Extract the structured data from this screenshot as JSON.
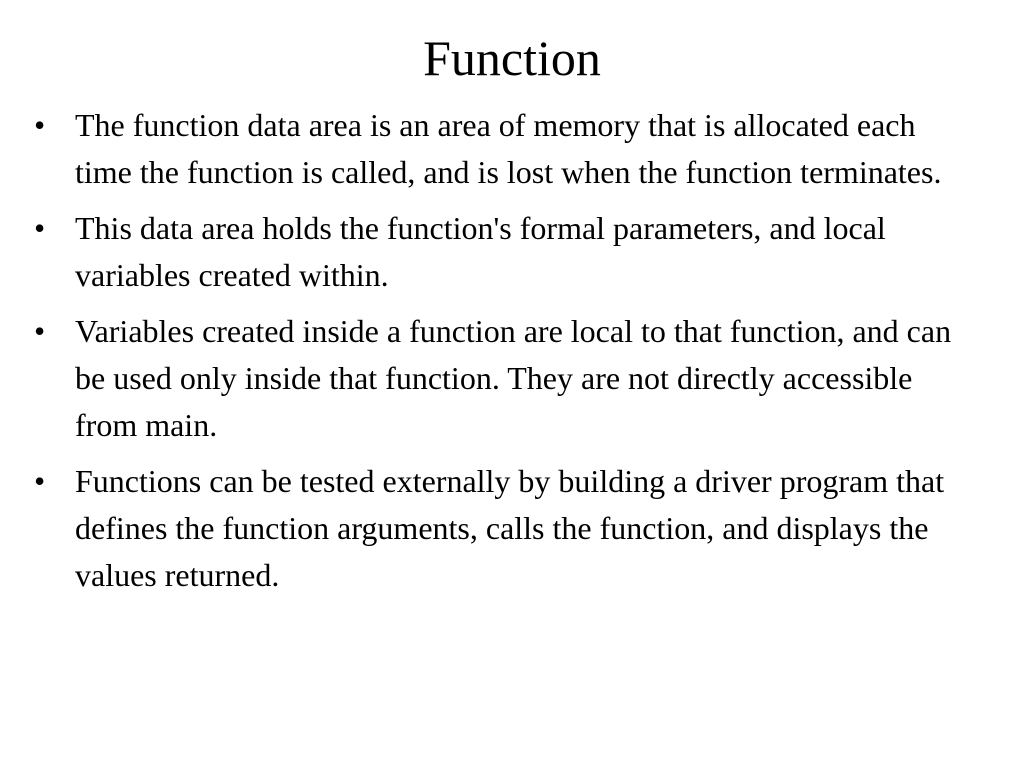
{
  "slide": {
    "title": "Function",
    "bullets": [
      "The function data area is an area of memory that is allocated each time the function is called, and is lost when the function terminates.",
      "This data area holds the function's formal parameters, and local variables created within.",
      "Variables created inside a function are local to that function, and can be used only inside that function. They are not directly accessible from main.",
      "Functions can be tested externally by building a driver program that defines the function arguments, calls the function, and displays the values returned."
    ],
    "bullet_glyph": "•"
  }
}
